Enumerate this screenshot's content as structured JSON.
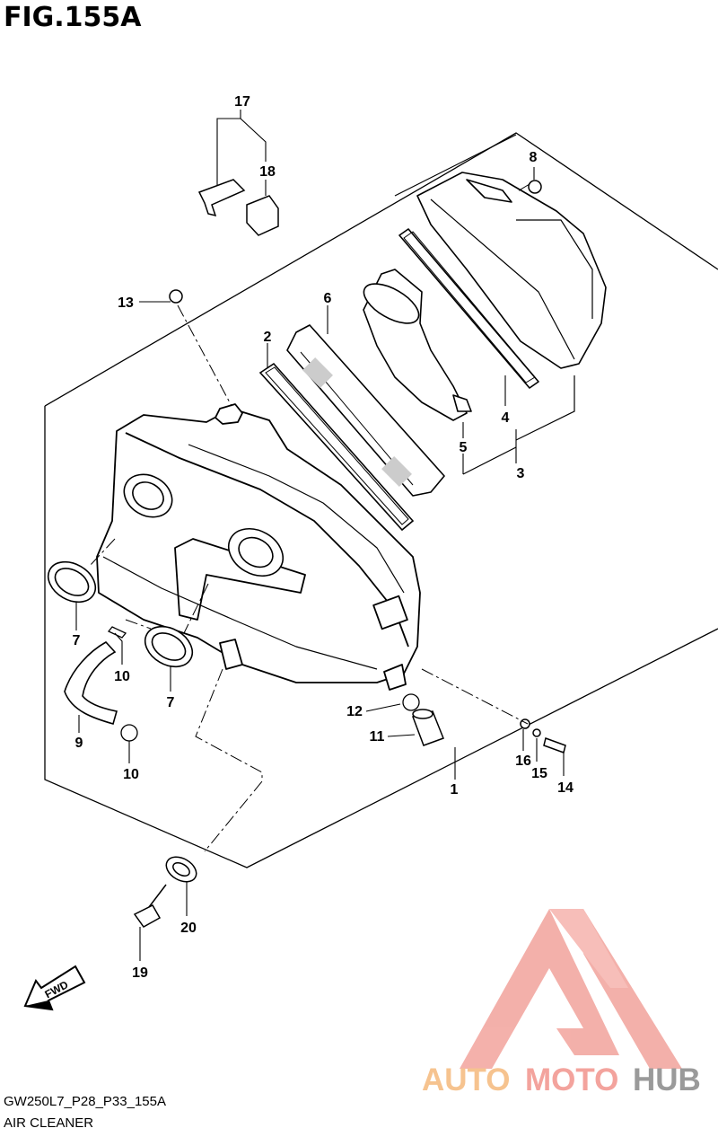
{
  "header": {
    "figure_title": "FIG.155A"
  },
  "footer": {
    "drawing_code": "GW250L7_P28_P33_155A",
    "assembly_name": "AIR CLEANER"
  },
  "fwd_arrow": {
    "label": "FWD"
  },
  "watermark": {
    "brand_part1": "AUTO",
    "brand_part2": "MOTO",
    "brand_part3": "HUB",
    "colors": {
      "auto": "#f6c38f",
      "moto": "#f3a39d",
      "hub": "#9a9a9a",
      "logo": "#f08c85"
    }
  },
  "callouts": [
    {
      "id": "1",
      "label": "1"
    },
    {
      "id": "2",
      "label": "2"
    },
    {
      "id": "3",
      "label": "3"
    },
    {
      "id": "4",
      "label": "4"
    },
    {
      "id": "5",
      "label": "5"
    },
    {
      "id": "6",
      "label": "6"
    },
    {
      "id": "7a",
      "label": "7"
    },
    {
      "id": "7b",
      "label": "7"
    },
    {
      "id": "8",
      "label": "8"
    },
    {
      "id": "9",
      "label": "9"
    },
    {
      "id": "10a",
      "label": "10"
    },
    {
      "id": "10b",
      "label": "10"
    },
    {
      "id": "11",
      "label": "11"
    },
    {
      "id": "12",
      "label": "12"
    },
    {
      "id": "13",
      "label": "13"
    },
    {
      "id": "14",
      "label": "14"
    },
    {
      "id": "15",
      "label": "15"
    },
    {
      "id": "16",
      "label": "16"
    },
    {
      "id": "17",
      "label": "17"
    },
    {
      "id": "18",
      "label": "18"
    },
    {
      "id": "19",
      "label": "19"
    },
    {
      "id": "20",
      "label": "20"
    }
  ]
}
